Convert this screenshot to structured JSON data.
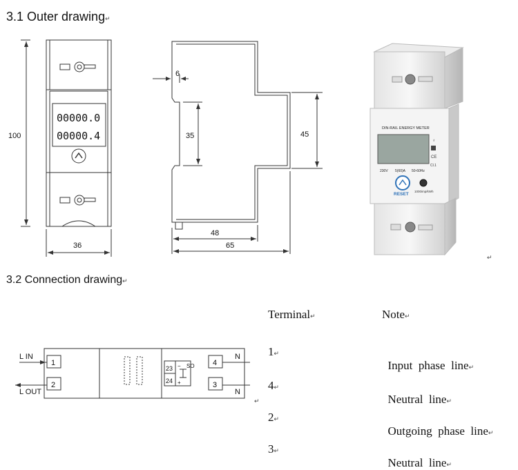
{
  "heading_outer": "3.1 Outer drawing",
  "heading_connection": "3.2 Connection drawing",
  "para_mark": "↵",
  "front_view": {
    "height_dim": "100",
    "width_dim": "36",
    "lcd_line1": "00000.0",
    "lcd_line2": "00000.4"
  },
  "side_view": {
    "dim_6": "6",
    "dim_35": "35",
    "dim_45": "45",
    "dim_48": "48",
    "dim_65": "65"
  },
  "photo": {
    "panel_title": "DIN-RAIL ENERGY METER",
    "voltage": "230V",
    "current": "5(60)A",
    "frequency": "50-60Hz",
    "reset_label": "RESET",
    "pulse_label": "1000imp/kWh",
    "ce_mark": "CE",
    "class_mark": "Cl.1"
  },
  "connection": {
    "l_in": "L IN",
    "l_out": "L OUT",
    "n_top": "N",
    "n_bottom": "N",
    "t1": "1",
    "t2": "2",
    "t3": "3",
    "t4": "4",
    "t23": "23",
    "t24": "24",
    "so": "SO",
    "minus": "−",
    "plus": "+"
  },
  "terminal_table": {
    "header_terminal": "Terminal",
    "header_note": "Note",
    "rows": [
      {
        "terminal": "1",
        "note": "Input  phase  line"
      },
      {
        "terminal": "4",
        "note": "Neutral  line"
      },
      {
        "terminal": "2",
        "note": "Outgoing  phase  line"
      },
      {
        "terminal": "3",
        "note": "Neutral  line"
      }
    ]
  }
}
